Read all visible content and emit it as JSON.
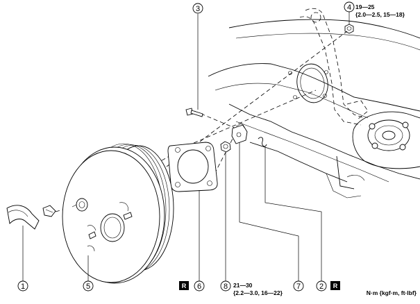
{
  "callouts": [
    {
      "num": "1"
    },
    {
      "num": "2"
    },
    {
      "num": "3"
    },
    {
      "num": "4"
    },
    {
      "num": "5"
    },
    {
      "num": "6"
    },
    {
      "num": "7"
    },
    {
      "num": "8"
    }
  ],
  "torque": {
    "nut_4": {
      "line1": "19—25",
      "line2": "{2.0—2.5, 15—18}"
    },
    "nut_8": {
      "line1": "21—30",
      "line2": "{2.2—3.0, 16—22}"
    }
  },
  "replace_mark": {
    "label": "R"
  },
  "units": "N·m {kgf·m, ft·lbf}"
}
